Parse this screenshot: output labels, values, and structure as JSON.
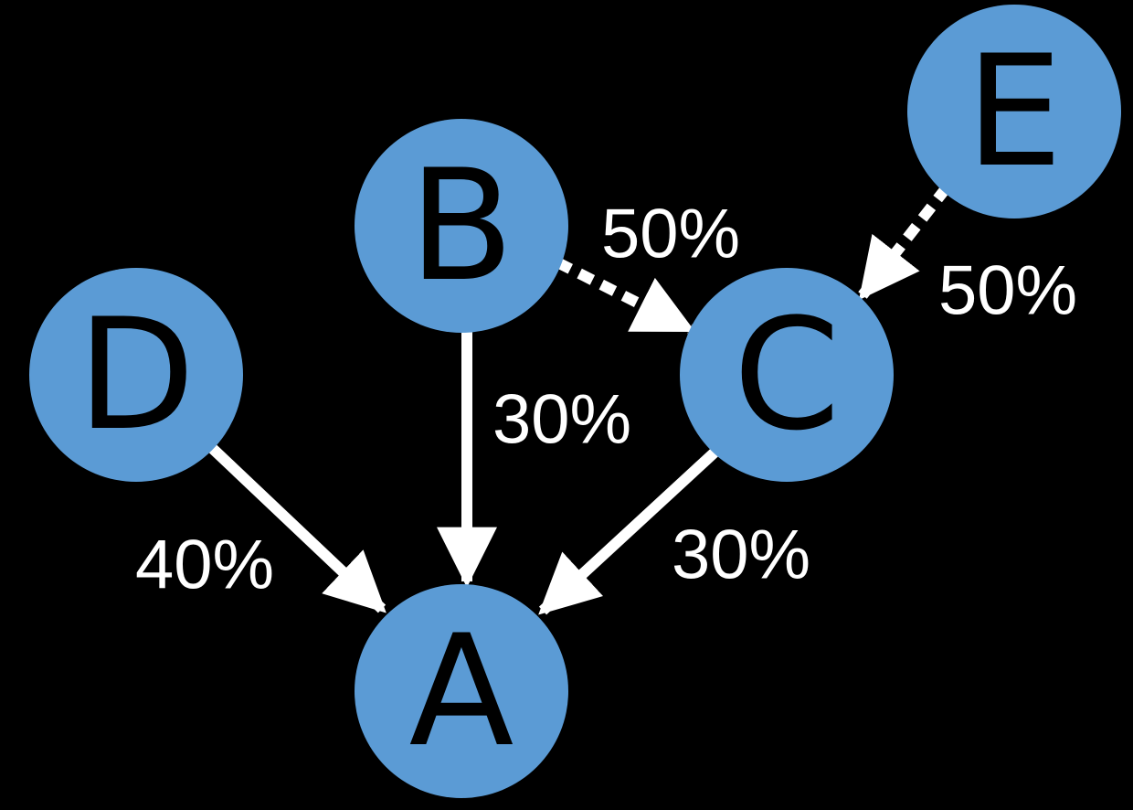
{
  "colors": {
    "background": "#000000",
    "node_fill": "#5b9bd5",
    "node_text": "#000000",
    "edge": "#ffffff",
    "edge_label": "#ffffff"
  },
  "nodes": {
    "A": {
      "label": "A"
    },
    "B": {
      "label": "B"
    },
    "C": {
      "label": "C"
    },
    "D": {
      "label": "D"
    },
    "E": {
      "label": "E"
    }
  },
  "edges": [
    {
      "id": "D-A",
      "from": "D",
      "to": "A",
      "label": "40%",
      "style": "solid"
    },
    {
      "id": "B-A",
      "from": "B",
      "to": "A",
      "label": "30%",
      "style": "solid"
    },
    {
      "id": "C-A",
      "from": "C",
      "to": "A",
      "label": "30%",
      "style": "solid"
    },
    {
      "id": "B-C",
      "from": "B",
      "to": "C",
      "label": "50%",
      "style": "dashed"
    },
    {
      "id": "E-C",
      "from": "E",
      "to": "C",
      "label": "50%",
      "style": "dashed"
    }
  ]
}
